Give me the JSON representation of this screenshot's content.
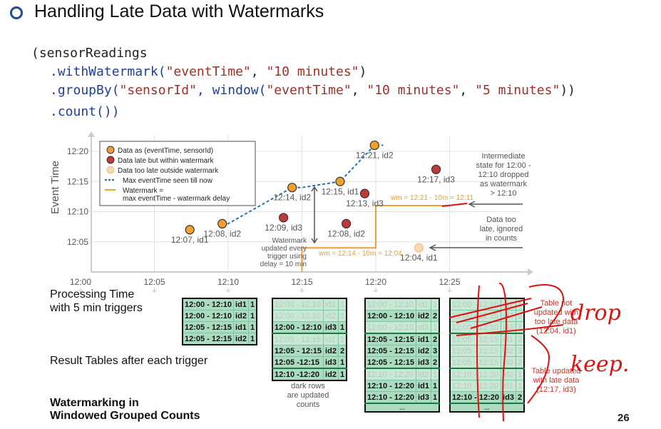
{
  "slide": {
    "title": "Handling Late Data with Watermarks",
    "page_number": "26",
    "accent_color": "#1f4e8c"
  },
  "code": {
    "line1": [
      "(sensorReadings"
    ],
    "line2": [
      ".withWatermark(",
      "\"eventTime\"",
      ", ",
      "\"10 minutes\"",
      ")"
    ],
    "line3": [
      ".groupBy(",
      "\"sensorId\"",
      ", window(",
      "\"eventTime\"",
      ", ",
      "\"10 minutes\"",
      ", ",
      "\"5 minutes\"",
      "))"
    ],
    "line4": [
      ".count())"
    ]
  },
  "labels": {
    "processing_time": [
      "Processing Time",
      "with 5 min triggers"
    ],
    "result_tables": "Result Tables after each trigger",
    "footer": [
      "Watermarking in",
      "Windowed Grouped Counts"
    ],
    "dark_rows_note": [
      "dark rows",
      "are updated",
      "counts"
    ]
  },
  "chart_data": {
    "type": "scatter",
    "xlabel": "",
    "ylabel": "Event Time",
    "x_ticks": [
      "12:00",
      "12:05",
      "12:10",
      "12:15",
      "12:20",
      "12:25"
    ],
    "y_ticks": [
      "12:05",
      "12:10",
      "12:15",
      "12:20"
    ],
    "grid": true,
    "legend_position": "top-left",
    "legend": [
      {
        "label": "Data as (eventTime, sensorId)",
        "kind": "on-time",
        "color": "#f0a030"
      },
      {
        "label": "Data late but within watermark",
        "kind": "late",
        "color": "#c0393b"
      },
      {
        "label": "Data too late outside watermark",
        "kind": "too-late",
        "color": "#fbd9b0"
      },
      {
        "label": "Max eventTime seen till now",
        "kind": "max-line",
        "color": "#2a6fb5"
      },
      {
        "label": "Watermark =\nmax eventTime - watermark delay",
        "kind": "watermark-line",
        "color": "#f0a030"
      }
    ],
    "points": [
      {
        "processing_time": "12:07:24",
        "event_time": "12:07",
        "label": "12:07, id1",
        "kind": "on-time"
      },
      {
        "processing_time": "12:09:36",
        "event_time": "12:08",
        "label": "12:08, id2",
        "kind": "on-time"
      },
      {
        "processing_time": "12:14:20",
        "event_time": "12:14",
        "label": "12:14, id2",
        "kind": "on-time"
      },
      {
        "processing_time": "12:13:45",
        "event_time": "12:09",
        "label": "12:09, id3",
        "kind": "late"
      },
      {
        "processing_time": "12:17:35",
        "event_time": "12:15",
        "label": "12:15, id1",
        "kind": "on-time"
      },
      {
        "processing_time": "12:18:00",
        "event_time": "12:08",
        "label": "12:08, id2",
        "kind": "late"
      },
      {
        "processing_time": "12:19:15",
        "event_time": "12:13",
        "label": "12:13, id3",
        "kind": "late"
      },
      {
        "processing_time": "12:19:55",
        "event_time": "12:21",
        "label": "12:21, id2",
        "kind": "on-time"
      },
      {
        "processing_time": "12:22:55",
        "event_time": "12:04",
        "label": "12:04, id1",
        "kind": "too-late"
      },
      {
        "processing_time": "12:24:05",
        "event_time": "12:17",
        "label": "12:17, id3",
        "kind": "late"
      }
    ],
    "max_event_time_line": [
      [
        "12:09:36",
        "12:08"
      ],
      [
        "12:10:00",
        "12:08"
      ],
      [
        "12:14:20",
        "12:14"
      ],
      [
        "12:15:00",
        "12:14"
      ],
      [
        "12:17:35",
        "12:15"
      ],
      [
        "12:19:55",
        "12:21"
      ],
      [
        "12:20:30",
        "12:21"
      ]
    ],
    "watermark_line": [
      [
        "12:15:00",
        "12:00"
      ],
      [
        "12:15:00",
        "12:04"
      ],
      [
        "12:20:00",
        "12:04"
      ],
      [
        "12:20:00",
        "12:11"
      ],
      [
        "12:25:00",
        "12:11"
      ]
    ],
    "annotations": {
      "wm1": "wm = 12:14 - 10m = 12:04",
      "wm2": "wm = 12:21 - 10m = 12:11",
      "watermark_update": [
        "Watermark",
        "updated every",
        "trigger using",
        "delay = 10 min"
      ],
      "intermediate_state": [
        "Intermediate",
        "state for 12:00 -",
        "12:10 dropped",
        "as watermark",
        "> 12:10"
      ],
      "too_late": [
        "Data too",
        "late, ignored",
        "in counts"
      ]
    }
  },
  "result_tables": [
    {
      "rows": [
        [
          "12:00 - 12:10",
          "id1",
          "1",
          "dark"
        ],
        [
          "12:00 - 12:10",
          "id2",
          "1",
          "dark"
        ],
        [
          "12:05 - 12:15",
          "id1",
          "1",
          "dark"
        ],
        [
          "12:05 - 12:15",
          "id2",
          "1",
          "dark"
        ]
      ]
    },
    {
      "rows": [
        [
          "12:00 - 12:10",
          "id1",
          "1",
          "faded"
        ],
        [
          "12:00 - 12:10",
          "id2",
          "1",
          "faded"
        ],
        [
          "12:00 - 12:10",
          "id3",
          "1",
          "dark"
        ],
        [
          "12:05 - 12:15",
          "id1",
          "1",
          "faded"
        ],
        [
          "12:05 - 12:15",
          "id2",
          "2",
          "dark"
        ],
        [
          "12:05 -12:15",
          "id3",
          "1",
          "dark"
        ],
        [
          "12:10 -12:20",
          "id2",
          "1",
          "dark"
        ]
      ]
    },
    {
      "rows": [
        [
          "12:00 - 12:10",
          "id1",
          "1",
          "faded"
        ],
        [
          "12:00 - 12:10",
          "id2",
          "2",
          "dark"
        ],
        [
          "12:00 - 12:10",
          "id3",
          "1",
          "faded"
        ],
        [
          "12:05 - 12:15",
          "id1",
          "2",
          "dark"
        ],
        [
          "12:05 - 12:15",
          "id2",
          "3",
          "dark"
        ],
        [
          "12:05 - 12:15",
          "id3",
          "2",
          "dark"
        ],
        [
          "12:10 - 12:20",
          "id2",
          "1",
          "faded"
        ],
        [
          "12:10 - 12:20",
          "id1",
          "1",
          "dark"
        ],
        [
          "12:10 - 12:20",
          "id3",
          "1",
          "dark"
        ]
      ],
      "more": "..."
    },
    {
      "rows": [
        [
          "12:00 - 12:10",
          "id1",
          "1",
          "faded"
        ],
        [
          "12:00 - 12:10",
          "id2",
          "2",
          "faded"
        ],
        [
          "12:00 - 12:10",
          "id3",
          "1",
          "faded"
        ],
        [
          "12:05 - 12:15",
          "id1",
          "2",
          "faded"
        ],
        [
          "12:05 - 12:15",
          "id2",
          "3",
          "faded"
        ],
        [
          "12:05 - 12:15",
          "id3",
          "2",
          "faded"
        ],
        [
          "12:10 - 12:20",
          "id2",
          "1",
          "faded"
        ],
        [
          "12:10 - 12:20",
          "id1",
          "1",
          "faded"
        ],
        [
          "12:10 - 12:20",
          "id3",
          "2",
          "dark"
        ]
      ],
      "more": "..."
    }
  ],
  "table_notes": {
    "not_updated": [
      "Table not",
      "updated with",
      "too late data",
      "(12:04, id1)"
    ],
    "updated": [
      "Table updated",
      "with late data",
      "(12:17, id3)"
    ]
  },
  "handwriting": {
    "drop": "drop",
    "keep": "keep."
  }
}
